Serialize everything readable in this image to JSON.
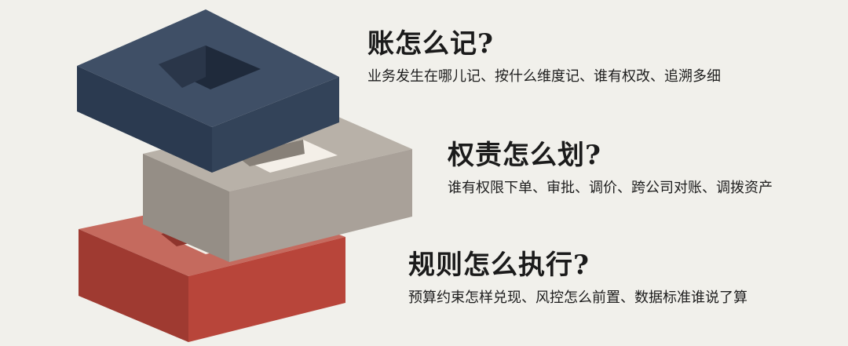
{
  "colors": {
    "background": "#f1f0eb",
    "navy_layer": "#3a4b63",
    "gray_layer": "#a49d94",
    "red_layer": "#b0443a"
  },
  "sections": [
    {
      "heading": "账怎么记?",
      "description": "业务发生在哪儿记、按什么维度记、谁有权改、追溯多细"
    },
    {
      "heading": "权责怎么划?",
      "description": "谁有权限下单、审批、调价、跨公司对账、调拨资产"
    },
    {
      "heading": "规则怎么执行?",
      "description": "预算约束怎样兑现、风控怎么前置、数据标准谁说了算"
    }
  ]
}
